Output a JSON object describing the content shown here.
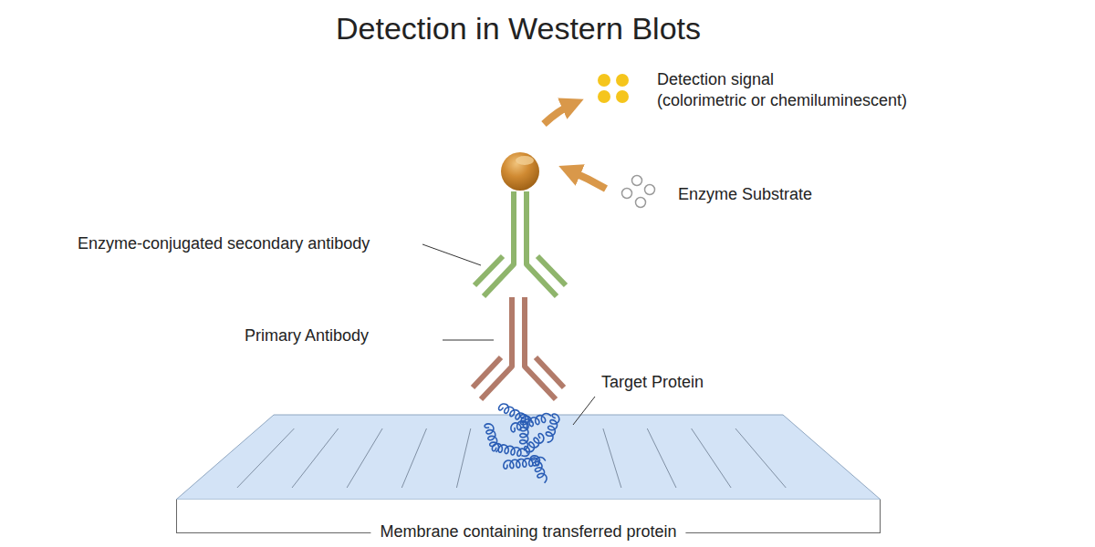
{
  "diagram": {
    "title": "Detection in Western Blots",
    "nodes": [
      {
        "text": [
          "Membrane containing transferred protein"
        ]
      }
    ],
    "labels": [
      "Detection signal",
      "(colorimetric or chemiluminescent)",
      "Enzyme Substrate",
      "Enzyme-conjugated secondary antibody",
      "Primary Antibody",
      "Target Protein"
    ]
  }
}
